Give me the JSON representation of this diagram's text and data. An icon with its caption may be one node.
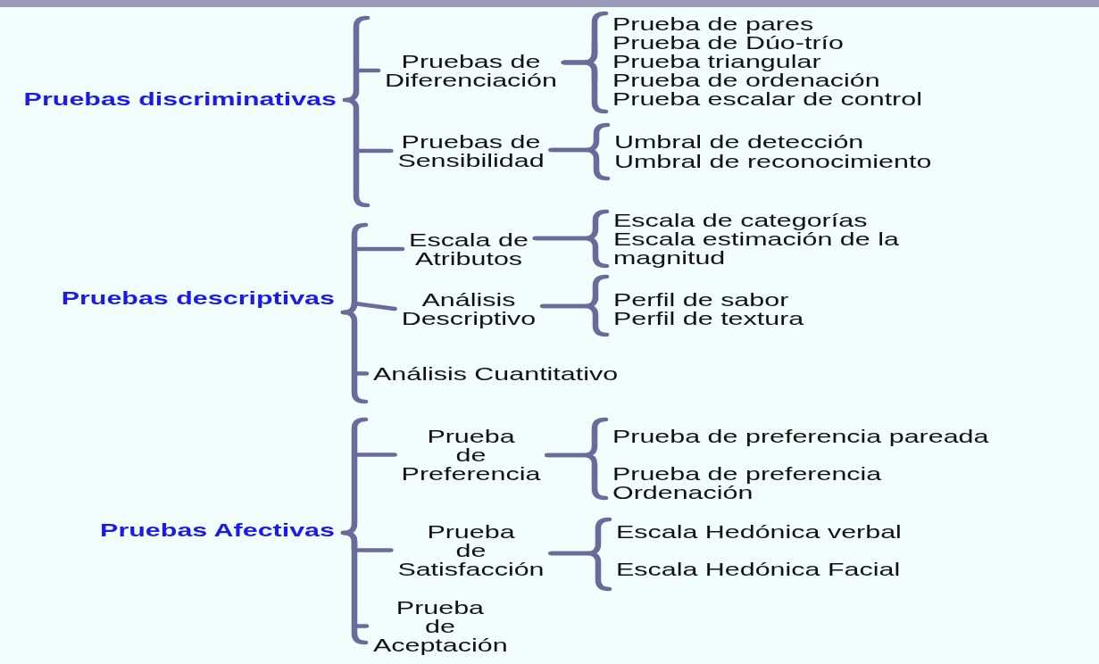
{
  "diagram": {
    "nodes": [
      {
        "text": [
          "Pruebas discriminativas"
        ]
      },
      {
        "text": [
          "Pruebas  de Diferenciación"
        ]
      },
      {
        "text": [
          "Prueba de pares"
        ]
      },
      {
        "text": [
          "Prueba de Dúo-trío"
        ]
      },
      {
        "text": [
          "Prueba triangular"
        ]
      },
      {
        "text": [
          "Prueba de ordenación"
        ]
      },
      {
        "text": [
          "Prueba escalar de control"
        ]
      },
      {
        "text": [
          "Pruebas de Sensibilidad"
        ]
      },
      {
        "text": [
          "Umbral de detección"
        ]
      },
      {
        "text": [
          "Umbral de reconocimiento"
        ]
      },
      {
        "text": [
          "Pruebas descriptivas"
        ]
      },
      {
        "text": [
          "Escala de Atributos"
        ]
      },
      {
        "text": [
          "Escala de categorías"
        ]
      },
      {
        "text": [
          "Escala estimación de la magnitud"
        ]
      },
      {
        "text": [
          "Análisis Descriptivo"
        ]
      },
      {
        "text": [
          "Perfil de sabor"
        ]
      },
      {
        "text": [
          "Perfil de textura"
        ]
      },
      {
        "text": [
          "Análisis Cuantitativo"
        ]
      },
      {
        "text": [
          "Pruebas Afectivas"
        ]
      },
      {
        "text": [
          "Prueba de Preferencia"
        ]
      },
      {
        "text": [
          "Prueba de preferencia pareada"
        ]
      },
      {
        "text": [
          "Prueba de preferencia Ordenación"
        ]
      },
      {
        "text": [
          "Prueba de Satisfacción"
        ]
      },
      {
        "text": [
          "Escala Hedónica verbal"
        ]
      },
      {
        "text": [
          "Escala Hedónica Facial"
        ]
      },
      {
        "text": [
          "Prueba de Aceptación"
        ]
      }
    ],
    "edges": [
      {
        "from": 0,
        "to": 1,
        "arrow": "none"
      },
      {
        "from": 0,
        "to": 7,
        "arrow": "none"
      },
      {
        "from": 1,
        "to": 2,
        "arrow": "none"
      },
      {
        "from": 1,
        "to": 3,
        "arrow": "none"
      },
      {
        "from": 1,
        "to": 4,
        "arrow": "none"
      },
      {
        "from": 1,
        "to": 5,
        "arrow": "none"
      },
      {
        "from": 1,
        "to": 6,
        "arrow": "none"
      },
      {
        "from": 7,
        "to": 8,
        "arrow": "none"
      },
      {
        "from": 7,
        "to": 9,
        "arrow": "none"
      },
      {
        "from": 10,
        "to": 11,
        "arrow": "none"
      },
      {
        "from": 10,
        "to": 14,
        "arrow": "none"
      },
      {
        "from": 10,
        "to": 17,
        "arrow": "none"
      },
      {
        "from": 11,
        "to": 12,
        "arrow": "none"
      },
      {
        "from": 11,
        "to": 13,
        "arrow": "none"
      },
      {
        "from": 14,
        "to": 15,
        "arrow": "none"
      },
      {
        "from": 14,
        "to": 16,
        "arrow": "none"
      },
      {
        "from": 18,
        "to": 19,
        "arrow": "none"
      },
      {
        "from": 18,
        "to": 22,
        "arrow": "none"
      },
      {
        "from": 18,
        "to": 25,
        "arrow": "none"
      },
      {
        "from": 19,
        "to": 20,
        "arrow": "none"
      },
      {
        "from": 19,
        "to": 21,
        "arrow": "none"
      },
      {
        "from": 22,
        "to": 23,
        "arrow": "none"
      },
      {
        "from": 22,
        "to": 24,
        "arrow": "none"
      }
    ]
  }
}
